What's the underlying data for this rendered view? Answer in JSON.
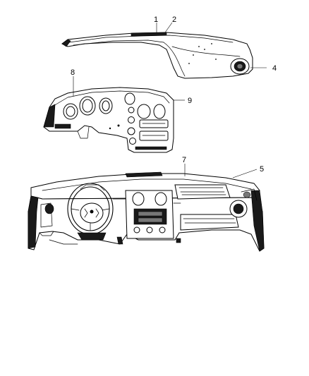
{
  "callouts": [
    {
      "id": "1",
      "label": "1"
    },
    {
      "id": "2",
      "label": "2"
    },
    {
      "id": "4",
      "label": "4"
    },
    {
      "id": "5",
      "label": "5"
    },
    {
      "id": "7",
      "label": "7"
    },
    {
      "id": "8",
      "label": "8"
    },
    {
      "id": "9",
      "label": "9"
    }
  ]
}
